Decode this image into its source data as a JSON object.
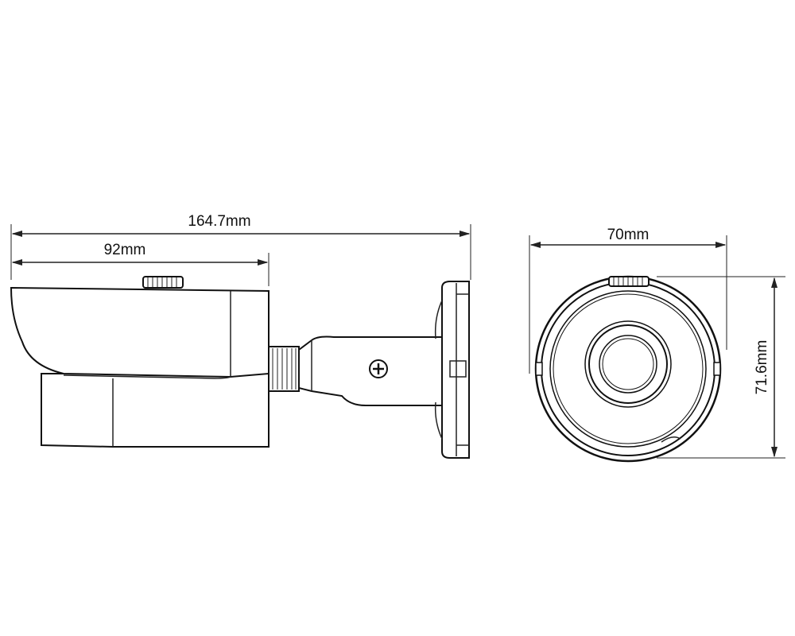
{
  "dimensions": {
    "total_length": "164.7mm",
    "housing_length": "92mm",
    "front_width": "70mm",
    "front_height": "71.6mm"
  }
}
